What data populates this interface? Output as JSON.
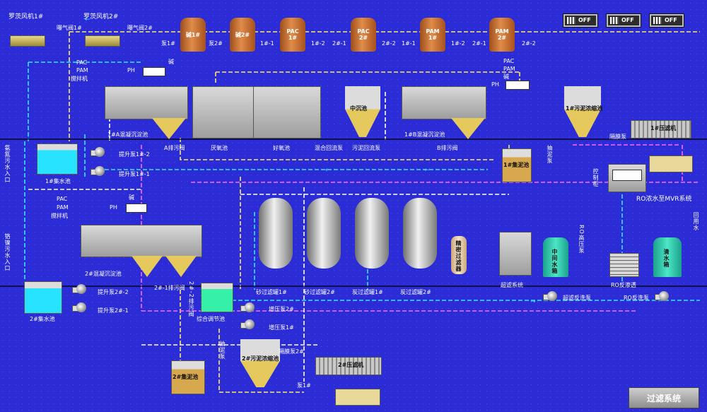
{
  "switches": [
    {
      "label": "OFF"
    },
    {
      "label": "OFF"
    },
    {
      "label": "OFF"
    }
  ],
  "blowers": {
    "blower1": "罗茨风机1#",
    "blower2": "罗茨风机2#",
    "vent_valve1": "曝气阀1#",
    "vent_valve2": "曝气阀2#"
  },
  "dosing_tanks": [
    {
      "name": "碱1#",
      "pump": "泵1#"
    },
    {
      "name": "碱2#",
      "pump": "泵2#"
    },
    {
      "name": "PAC\n1#",
      "pump_a": "1#-1",
      "pump_b": "1#-2"
    },
    {
      "name": "PAC\n2#",
      "pump_a": "2#-1",
      "pump_b": "2#-2"
    },
    {
      "name": "PAM\n1#",
      "pump_a": "1#-1",
      "pump_b": "1#-2"
    },
    {
      "name": "PAM\n2#",
      "pump_a": "2#-1",
      "pump_b": "2#-2"
    }
  ],
  "dosing_labels": {
    "pac": "PAC",
    "pam": "PAM",
    "mixer": "搅拌机",
    "ph": "PH",
    "alkali": "碱"
  },
  "process": {
    "a_coag": "1#A混凝沉淀池",
    "anaerobic": "厌氧池",
    "aerobic": "好氧池",
    "mix_return": "混合回流泵",
    "mid_sed": "中沉池",
    "sludge_return": "污泥回流泵",
    "b_coag": "1#B混凝沉淀池",
    "a_discharge": "A排污阀",
    "b_discharge": "B排污阀",
    "sludge_thick1": "1#污泥浓缩池",
    "sludge_pit1": "1#集泥池",
    "pump_sludge": "抽泥泵",
    "filter_press1": "1#压滤机",
    "press_pump1": "隔膜泵",
    "pool1": "1#集水池",
    "lift1_2": "提升泵1#-2",
    "lift1_1": "提升泵1#-1",
    "inlet1": "氨氮污水入口",
    "inlet2": "铬镍污水入口",
    "coag2": "2#混凝沉淀池",
    "pool2": "2#集水池",
    "lift2_2": "提升泵2#-2",
    "lift2_1": "提升泵2#-1",
    "discharge2_1": "2#-1排污阀",
    "discharge2_2": "2#-2排污阀",
    "regulating": "综合调节池",
    "booster2": "增压泵2#",
    "booster1": "增压泵1#",
    "sand1": "砂过滤罐1#",
    "sand2": "砂过滤罐2#",
    "carbon1": "炭过滤罐1#",
    "carbon2": "炭过滤罐2#",
    "precision": "精密过滤器",
    "uf": "超滤系统",
    "uf_back": "超滤反洗泵",
    "mid_tank": "中间水箱",
    "ro_pump": "RO高压泵",
    "ro": "RO反渗透",
    "ro_back": "RO反洗泵",
    "clean_tank": "清水箱",
    "reuse": "回用水",
    "ro_concentrate": "RO浓水至MVR系统",
    "control_cabinet": "控制柜",
    "sludge_pit2": "2#集泥池",
    "pump_sludge2": "抽泥泵",
    "sludge_thick2": "2#污泥浓缩池",
    "press_pump2": "隔膜泵2#",
    "filter_press2": "2#压滤机",
    "press_pump1b": "泵1#"
  },
  "buttons": {
    "filter_system": "过滤系统"
  },
  "colors": {
    "background": "#2b2cd6",
    "pipe_yellow": "#ffe86b",
    "pipe_cyan": "#35e7ff",
    "pipe_pink": "#ff68ff",
    "pipe_white": "#ffffff",
    "tank_orange": "#d97d3a",
    "water_cyan": "#27e3ff"
  }
}
